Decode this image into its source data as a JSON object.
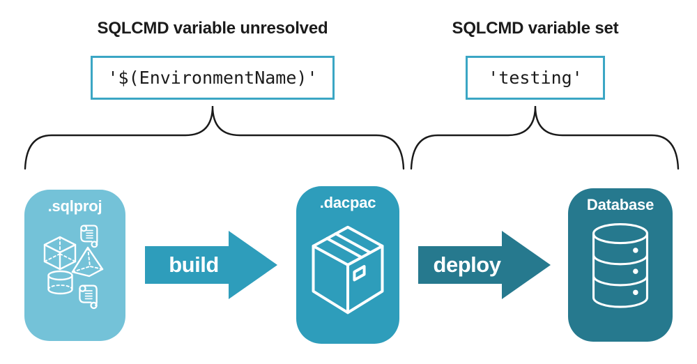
{
  "diagram": {
    "left_annotation": {
      "title": "SQLCMD variable unresolved",
      "code": "'$(EnvironmentName)'"
    },
    "right_annotation": {
      "title": "SQLCMD variable set",
      "code": "'testing'"
    },
    "stages": [
      {
        "label": ".sqlproj",
        "icon": "sql-project-objects-icon",
        "color": "#74C2D8"
      },
      {
        "label": ".dacpac",
        "icon": "package-box-icon",
        "color": "#2E9DBB"
      },
      {
        "label": "Database",
        "icon": "database-cylinder-icon",
        "color": "#26798E"
      }
    ],
    "arrows": [
      {
        "label": "build",
        "color": "#2E9DBB"
      },
      {
        "label": "deploy",
        "color": "#26798E"
      }
    ],
    "colors": {
      "background": "#FFFFFF",
      "code_box_border": "#3BA6C4",
      "heading_text": "#1B1B1B",
      "brace_stroke": "#1A1A1A",
      "card_text": "#FFFFFF",
      "sqlproj_card": "#74C2D8",
      "dacpac_card": "#2E9DBB",
      "database_card": "#26798E"
    }
  }
}
